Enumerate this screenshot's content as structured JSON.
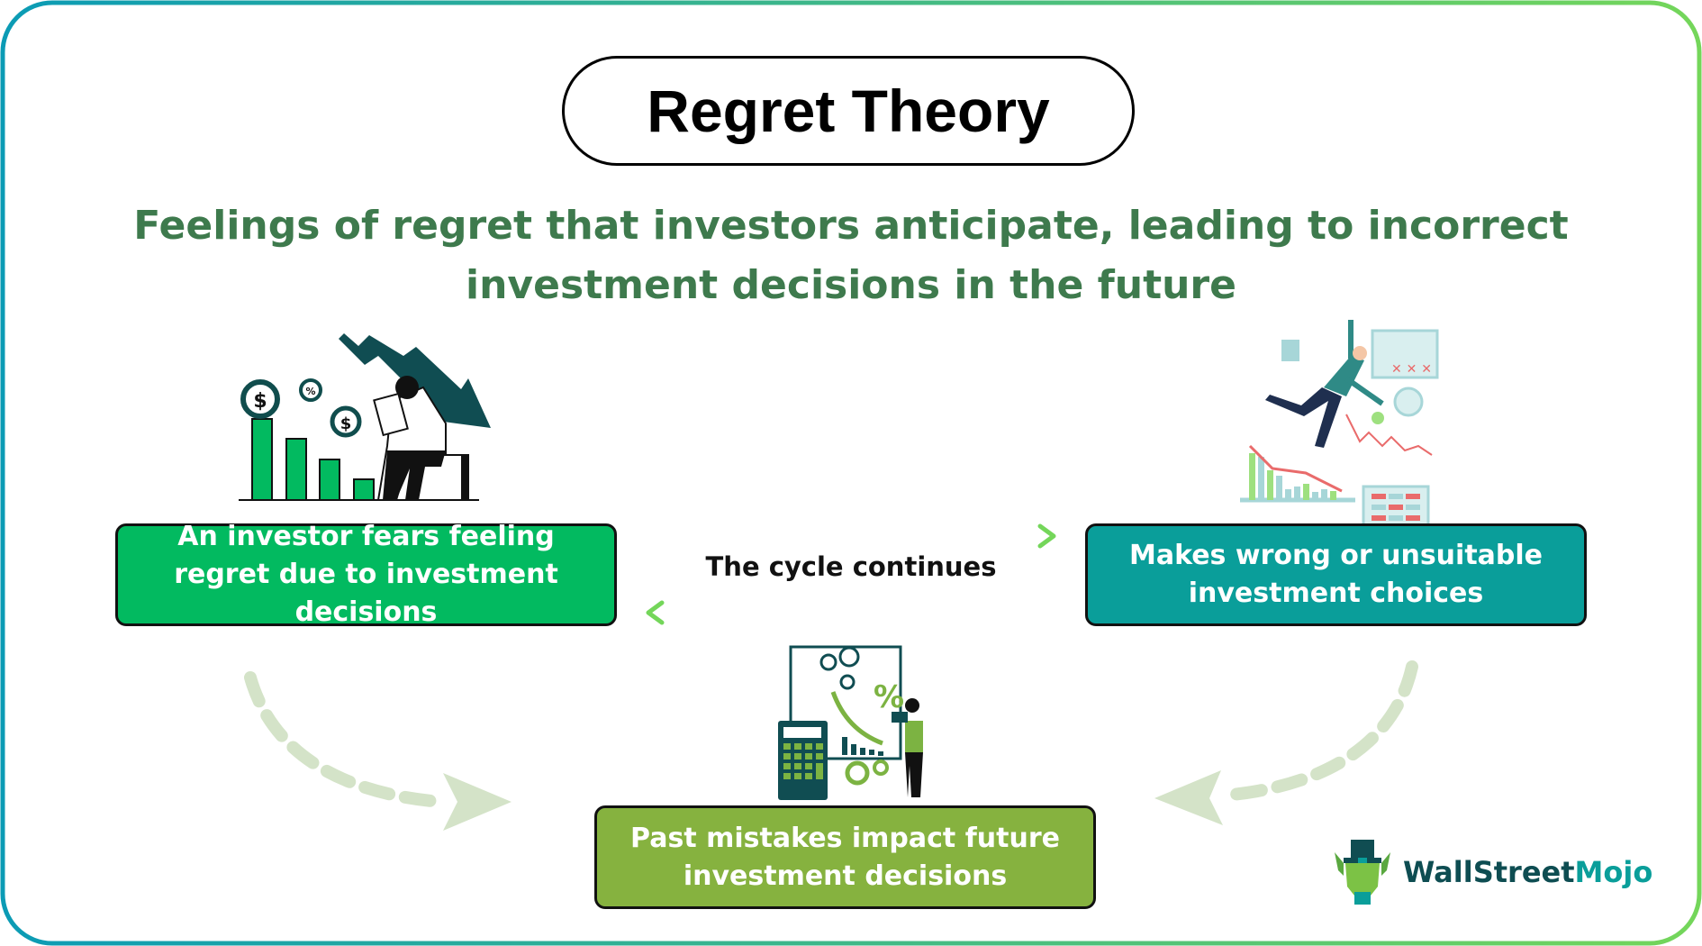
{
  "title": "Regret Theory",
  "subtitle": "Feelings of regret that investors anticipate, leading to incorrect investment decisions in the future",
  "steps": [
    {
      "label": "An investor fears feeling regret due to investment decisions",
      "color": "#02ba60",
      "illustration": "stressed-investor-falling-chart-icon"
    },
    {
      "label": "Makes wrong or unsuitable investment choices",
      "color": "#0a9e9a",
      "illustration": "falling-businessman-chart-icon"
    },
    {
      "label": "Past mistakes impact future investment decisions",
      "color": "#86b23f",
      "illustration": "calculator-analyst-icon"
    }
  ],
  "cycle_label": "The cycle continues",
  "brand": {
    "part1": "WallStreet",
    "part2": "Mojo",
    "color1": "#0e4d52",
    "color2": "#0a9e9a"
  },
  "colors": {
    "frame_gradient_start": "#0b9bb5",
    "frame_gradient_end": "#74d65a",
    "subtitle": "#3e7a4d",
    "dashed_arrow": "#d4e3c8"
  }
}
